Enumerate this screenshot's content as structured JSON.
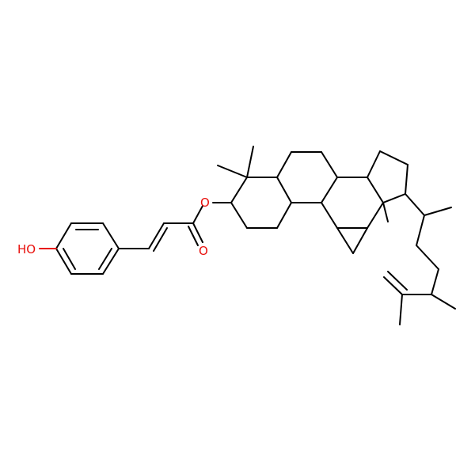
{
  "molecule": {
    "atoms": {
      "hydroxyl_label": "HO",
      "ester_oxygen_label": "O",
      "carbonyl_oxygen_label": "O"
    },
    "colors": {
      "bond": "#000000",
      "heteroatom": "#e8100c",
      "background": "#ffffff"
    }
  }
}
